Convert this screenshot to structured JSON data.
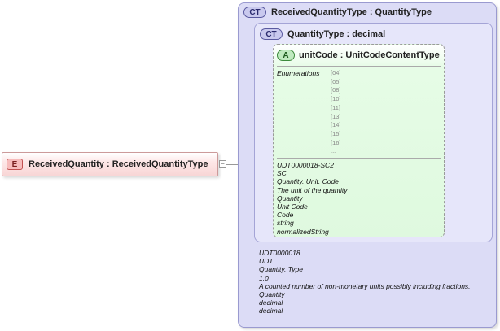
{
  "element": {
    "badge": "E",
    "label": "ReceivedQuantity : ReceivedQuantityType",
    "expander": "−"
  },
  "outer_type": {
    "badge": "CT",
    "title": "ReceivedQuantityType : QuantityType",
    "doc": [
      "UDT0000018",
      "UDT",
      "Quantity. Type",
      "1.0",
      "A counted number of non-monetary units possibly including fractions.",
      "Quantity",
      "decimal",
      "decimal"
    ]
  },
  "inner_type": {
    "badge": "CT",
    "title": "QuantityType : decimal"
  },
  "attribute": {
    "badge": "A",
    "title": "unitCode : UnitCodeContentType",
    "enumerations_label": "Enumerations",
    "enumerations": [
      "[04]",
      "[05]",
      "[08]",
      "[10]",
      "[11]",
      "[13]",
      "[14]",
      "[15]",
      "[16]",
      "..."
    ],
    "doc": [
      "UDT0000018-SC2",
      "SC",
      "Quantity. Unit. Code",
      "The unit of the quantity",
      "Quantity",
      "Unit Code",
      "Code",
      "string",
      "normalizedString"
    ]
  },
  "colors": {
    "element_fill": "#fde7e7",
    "complex_type_fill": "#dcdcf6",
    "attribute_fill": "#dff9df"
  }
}
